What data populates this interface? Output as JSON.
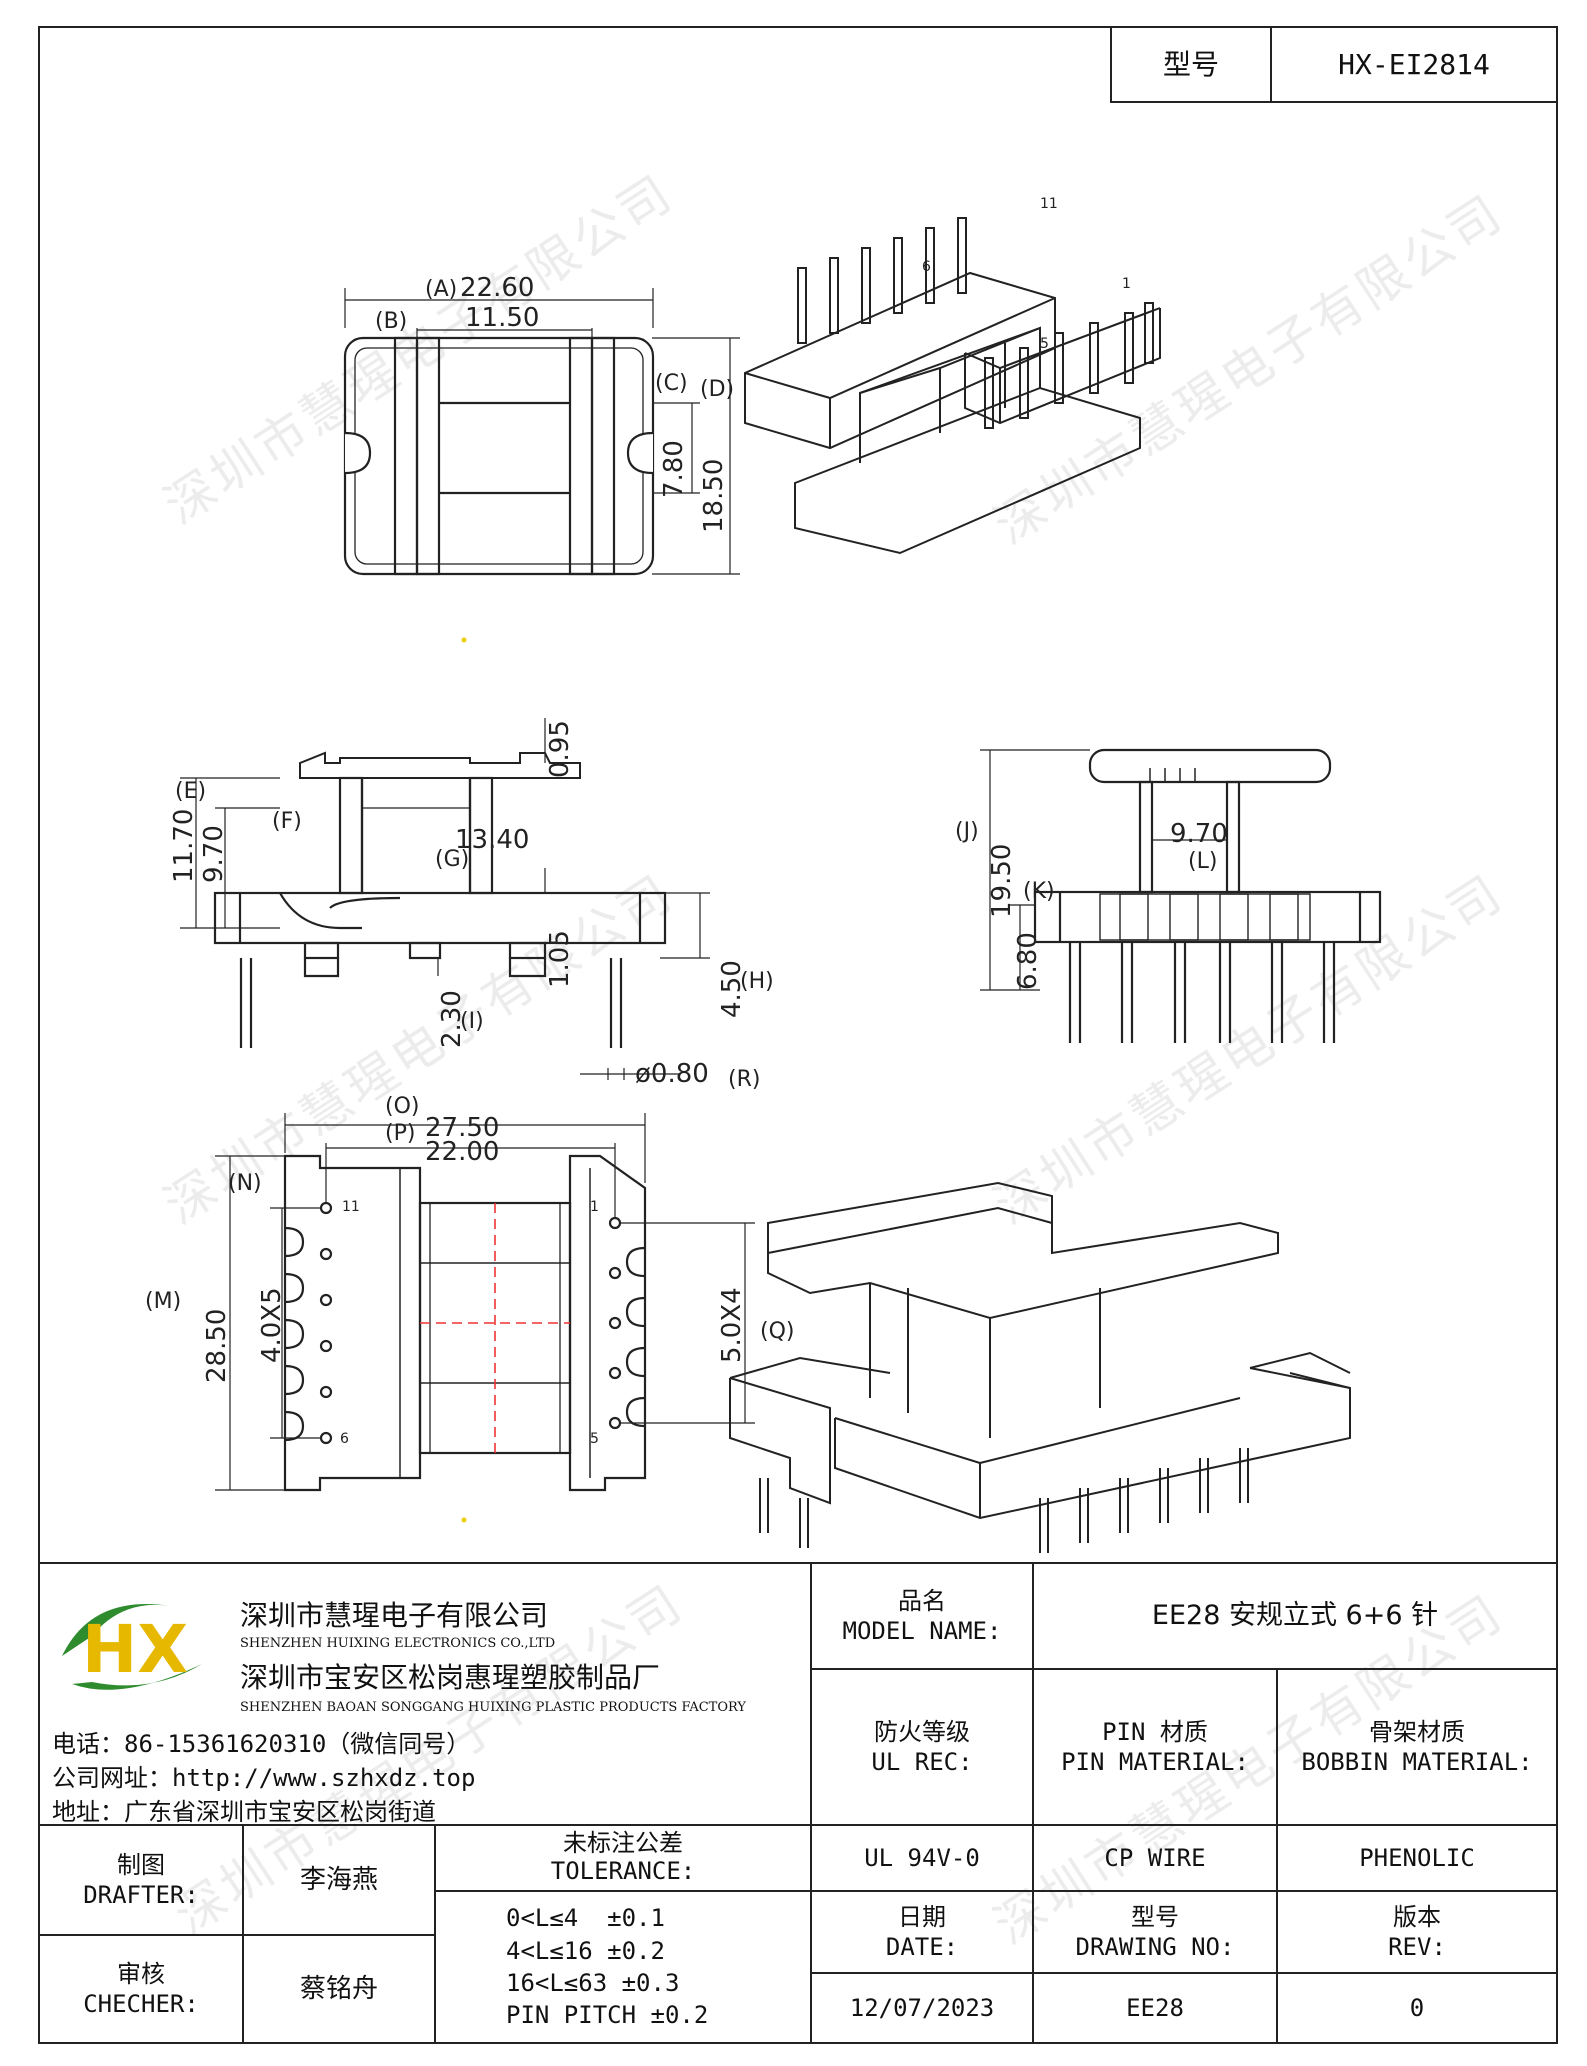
{
  "header": {
    "model_label": "型号",
    "model_value": "HX-EI2814"
  },
  "dimensions": {
    "top_view": {
      "A": "(A)",
      "A_val": "22.60",
      "B": "(B)",
      "B_val": "11.50",
      "C": "(C)",
      "C_val": "7.80",
      "D": "(D)",
      "D_val": "18.50"
    },
    "iso_top_pins": {
      "p11": "11",
      "p6": "6",
      "p1": "1",
      "p5": "5"
    },
    "front_view": {
      "E": "(E)",
      "E_val": "11.70",
      "F": "(F)",
      "F_val": "9.70",
      "G": "(G)",
      "G_val": "13.40",
      "t": "0.95",
      "t2": "1.05",
      "H": "(H)",
      "H_val": "4.50",
      "I": "(I)",
      "I_val": "2.30",
      "R": "(R)",
      "R_val": "ø0.80"
    },
    "side_view": {
      "J": "(J)",
      "J_val": "19.50",
      "K": "(K)",
      "K_val": "6.80",
      "L": "(L)",
      "L_val": "9.70"
    },
    "bottom_view": {
      "O": "(O)",
      "O_val": "27.50",
      "P": "(P)",
      "P_val": "22.00",
      "M": "(M)",
      "M_val": "28.50",
      "N": "(N)",
      "N_val": "4.0X5",
      "Q": "(Q)",
      "Q_val": "5.0X4",
      "p11": "11",
      "p6": "6",
      "p1": "1",
      "p5": "5"
    }
  },
  "watermark": "深圳市慧瑆电子有限公司",
  "company": {
    "name_cn": "深圳市慧瑆电子有限公司",
    "name_en": "SHENZHEN HUIXING ELECTRONICS CO.,LTD",
    "factory_cn": "深圳市宝安区松岗惠瑆塑胶制品厂",
    "factory_en": "SHENZHEN BAOAN SONGGANG HUIXING PLASTIC PRODUCTS FACTORY",
    "phone": "电话：86-15361620310（微信同号）",
    "website": "公司网址：http://www.szhxdz.top",
    "address": "地址：广东省深圳市宝安区松岗街道",
    "logo_text": "HX"
  },
  "title_block": {
    "model_name_cn": "品名",
    "model_name_en": "MODEL NAME:",
    "model_name_value": "EE28 安规立式 6+6 针",
    "ul_cn": "防火等级",
    "ul_en": "UL REC:",
    "ul_value": "UL 94V-0",
    "pin_cn": "PIN 材质",
    "pin_en": "PIN MATERIAL:",
    "pin_value": "CP WIRE",
    "bobbin_cn": "骨架材质",
    "bobbin_en": "BOBBIN MATERIAL:",
    "bobbin_value": "PHENOLIC",
    "drafter_cn": "制图",
    "drafter_en": "DRAFTER:",
    "drafter_value": "李海燕",
    "checker_cn": "审核",
    "checker_en": "CHECHER:",
    "checker_value": "蔡铭舟",
    "tol_cn": "未标注公差",
    "tol_en": "TOLERANCE:",
    "tol_lines": [
      "0<L≤4  ±0.1",
      "4<L≤16 ±0.2",
      "16<L≤63 ±0.3",
      "PIN PITCH ±0.2"
    ],
    "date_cn": "日期",
    "date_en": "DATE:",
    "date_value": "12/07/2023",
    "drawing_cn": "型号",
    "drawing_en": "DRAWING NO:",
    "drawing_value": "EE28",
    "rev_cn": "版本",
    "rev_en": "REV:",
    "rev_value": "0"
  }
}
